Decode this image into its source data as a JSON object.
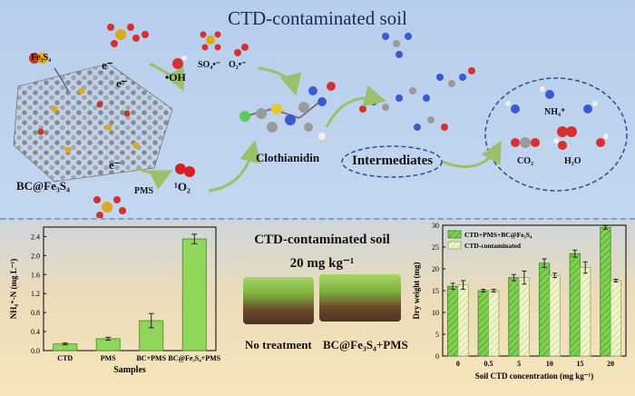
{
  "title": "CTD-contaminated soil",
  "mechanism": {
    "catalyst_label": "BC@Fe₃S₄",
    "catalyst_tag": "Fe₃S₄",
    "electron": "e⁻",
    "pms_label": "PMS",
    "radicals": {
      "oh": "•OH",
      "so4": "SO₄•⁻",
      "o2": "O₂•⁻",
      "singlet": "¹O₂"
    },
    "compound": "Clothianidin",
    "intermediates": "Intermediates",
    "products": {
      "nh4": "NH₄⁺",
      "co2": "CO₂",
      "h2o": "H₂O"
    }
  },
  "soil_experiment": {
    "title_line1": "CTD-contaminated soil",
    "title_line2": "20 mg kg⁻¹",
    "left_label": "No treatment",
    "right_label": "BC@Fe₃S₄+PMS"
  },
  "chart_data": [
    {
      "type": "bar",
      "categories": [
        "CTD",
        "PMS",
        "BC+PMS",
        "BC@Fe₃S₄+PMS"
      ],
      "values": [
        0.14,
        0.25,
        0.63,
        2.35
      ],
      "errors": [
        0.02,
        0.03,
        0.15,
        0.1
      ],
      "xlabel": "Samples",
      "ylabel": "NH₄⁺-N (mg L⁻¹)",
      "ylim": [
        0,
        2.6
      ],
      "yticks": [
        0.0,
        0.4,
        0.8,
        1.2,
        1.6,
        2.0,
        2.4
      ],
      "colors": {
        "bar": "#8fd65a",
        "edge": "#3f8a20"
      }
    },
    {
      "type": "bar",
      "categories": [
        "0",
        "0.5",
        "5",
        "10",
        "15",
        "20"
      ],
      "series": [
        {
          "name": "CTD+PMS+BC@Fe₃S₄",
          "values": [
            16.0,
            15.0,
            18.0,
            21.3,
            23.5,
            29.5
          ],
          "errors": [
            0.7,
            0.3,
            0.7,
            1.0,
            0.8,
            0.4
          ],
          "color": "#7fcf52"
        },
        {
          "name": "CTD-contaminated",
          "values": [
            16.3,
            15.0,
            18.0,
            18.5,
            20.3,
            17.3
          ],
          "errors": [
            1.0,
            0.3,
            1.5,
            0.5,
            1.3,
            0.3
          ],
          "color": "#eef5c8"
        }
      ],
      "xlabel": "Soil CTD concentration (mg kg⁻¹)",
      "ylabel": "Dry weight (mg)",
      "ylim": [
        0,
        30
      ],
      "yticks": [
        0,
        5,
        10,
        15,
        20,
        25,
        30
      ],
      "legend": "top-left"
    }
  ]
}
